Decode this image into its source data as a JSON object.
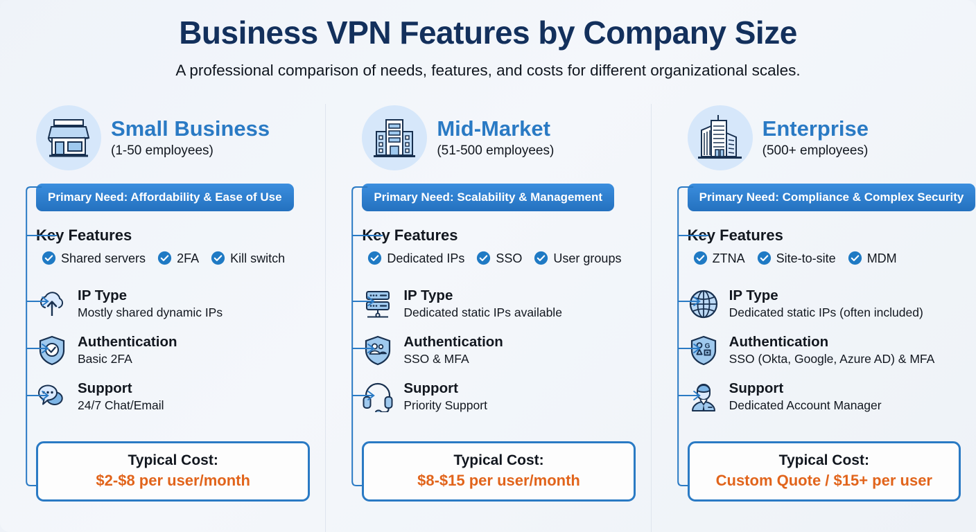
{
  "header": {
    "title": "Business VPN Features by Company Size",
    "subtitle": "A professional comparison of needs, features, and costs for different organizational scales."
  },
  "theme": {
    "accent_blue": "#2a7ac4",
    "badge_blue": "#2471bf",
    "cost_orange": "#e1641b",
    "title_navy": "#13305c",
    "icon_circle_bg": "#d6e7fa",
    "background": "#eff3f9"
  },
  "columns": [
    {
      "name": "Small Business",
      "employees": "(1-50 employees)",
      "icon": "storefront-icon",
      "badge": "Primary Need: Affordability & Ease of Use",
      "key_features_title": "Key Features",
      "key_features": [
        "Shared servers",
        "2FA",
        "Kill switch"
      ],
      "rows": [
        {
          "label": "IP Type",
          "value": "Mostly shared dynamic IPs",
          "icon": "cloud-upload-icon"
        },
        {
          "label": "Authentication",
          "value": "Basic 2FA",
          "icon": "shield-check-icon"
        },
        {
          "label": "Support",
          "value": "24/7 Chat/Email",
          "icon": "chat-bubbles-icon"
        }
      ],
      "cost_label": "Typical Cost:",
      "cost_value": "$2-$8 per user/month"
    },
    {
      "name": "Mid-Market",
      "employees": "(51-500 employees)",
      "icon": "office-building-icon",
      "badge": "Primary Need: Scalability & Management",
      "key_features_title": "Key Features",
      "key_features": [
        "Dedicated IPs",
        "SSO",
        "User groups"
      ],
      "rows": [
        {
          "label": "IP Type",
          "value": "Dedicated static IPs available",
          "icon": "server-stack-icon"
        },
        {
          "label": "Authentication",
          "value": "SSO & MFA",
          "icon": "shield-users-icon"
        },
        {
          "label": "Support",
          "value": "Priority Support",
          "icon": "headset-icon"
        }
      ],
      "cost_label": "Typical Cost:",
      "cost_value": "$8-$15 per user/month"
    },
    {
      "name": "Enterprise",
      "employees": "(500+ employees)",
      "icon": "skyscraper-icon",
      "badge": "Primary Need: Compliance & Complex Security",
      "key_features_title": "Key Features",
      "key_features": [
        "ZTNA",
        "Site-to-site",
        "MDM"
      ],
      "rows": [
        {
          "label": "IP Type",
          "value": "Dedicated static IPs (often included)",
          "icon": "globe-icon"
        },
        {
          "label": "Authentication",
          "value": "SSO (Okta, Google, Azure AD) & MFA",
          "icon": "shield-sso-icon"
        },
        {
          "label": "Support",
          "value": "Dedicated Account Manager",
          "icon": "business-person-icon"
        }
      ],
      "cost_label": "Typical Cost:",
      "cost_value": "Custom Quote / $15+ per user"
    }
  ]
}
